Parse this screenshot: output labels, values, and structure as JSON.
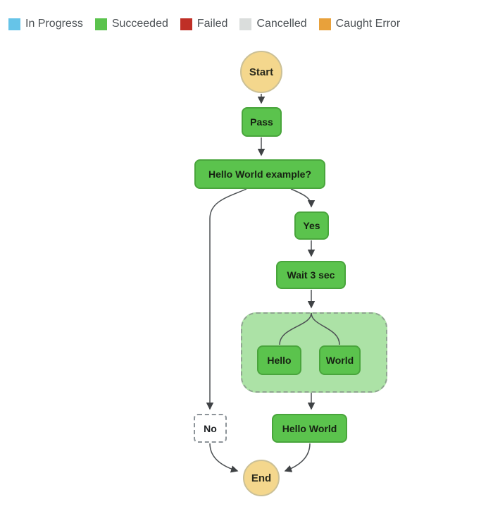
{
  "legend": {
    "items": [
      {
        "label": "In Progress",
        "color": "#66c4e8"
      },
      {
        "label": "Succeeded",
        "color": "#5bc34d"
      },
      {
        "label": "Failed",
        "color": "#bf2f26"
      },
      {
        "label": "Cancelled",
        "color": "#dadddc"
      },
      {
        "label": "Caught Error",
        "color": "#e8a13b"
      }
    ]
  },
  "diagram": {
    "nodes": {
      "start": {
        "label": "Start",
        "type": "terminal"
      },
      "pass": {
        "label": "Pass",
        "status": "succeeded"
      },
      "choice": {
        "label": "Hello World example?",
        "status": "succeeded"
      },
      "yes": {
        "label": "Yes",
        "status": "succeeded"
      },
      "wait": {
        "label": "Wait 3 sec",
        "status": "succeeded"
      },
      "parallel": {
        "label": "",
        "status": "succeeded-group"
      },
      "hello": {
        "label": "Hello",
        "status": "succeeded"
      },
      "world": {
        "label": "World",
        "status": "succeeded"
      },
      "no": {
        "label": "No",
        "status": "not-executed"
      },
      "hello_world": {
        "label": "Hello World",
        "status": "succeeded"
      },
      "end": {
        "label": "End",
        "type": "terminal"
      }
    },
    "edges": [
      {
        "from": "Start",
        "to": "Pass"
      },
      {
        "from": "Pass",
        "to": "Hello World example?"
      },
      {
        "from": "Hello World example?",
        "to": "Yes"
      },
      {
        "from": "Hello World example?",
        "to": "No"
      },
      {
        "from": "Yes",
        "to": "Wait 3 sec"
      },
      {
        "from": "Wait 3 sec",
        "to": "Parallel"
      },
      {
        "from": "Parallel",
        "to": "Hello"
      },
      {
        "from": "Parallel",
        "to": "World"
      },
      {
        "from": "Parallel",
        "to": "Hello World"
      },
      {
        "from": "Hello World",
        "to": "End"
      },
      {
        "from": "No",
        "to": "End"
      }
    ],
    "colors": {
      "node_fill": "#5bc34d",
      "node_border": "#49a53c",
      "terminal_fill": "#f4d78d",
      "terminal_border": "#cbc096",
      "parallel_fill": "#ace2a6",
      "parallel_border": "#8fa690",
      "edge_stroke": "#4d5154",
      "legend_text": "#4d5256",
      "node_text": "#162112"
    }
  }
}
